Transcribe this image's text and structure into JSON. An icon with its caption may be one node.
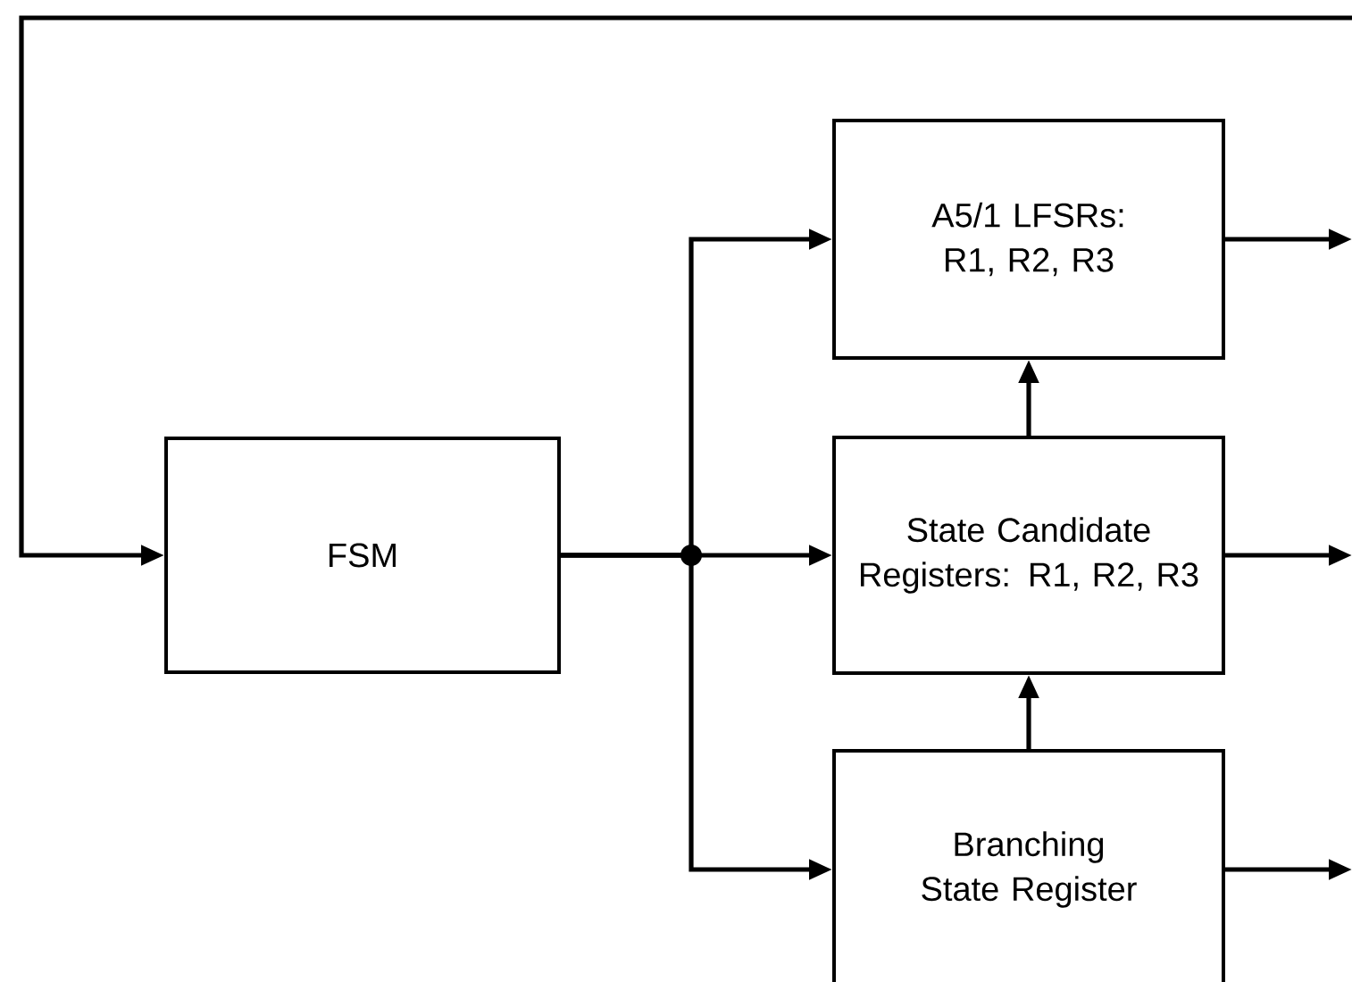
{
  "diagram": {
    "nodes": [
      {
        "text": [
          "FSM"
        ]
      },
      {
        "text": [
          "A5/1 LFSRs: R1, R2, R3"
        ]
      },
      {
        "text": [
          "State Candidate Registers: R1, R2, R3"
        ]
      },
      {
        "text": [
          "Branching State Register"
        ]
      }
    ],
    "edges": [
      {
        "from": 0,
        "to": 1,
        "arrow": "to"
      },
      {
        "from": 0,
        "to": 2,
        "arrow": "to"
      },
      {
        "from": 0,
        "to": 3,
        "arrow": "to"
      },
      {
        "from": 3,
        "to": 2,
        "arrow": "to"
      },
      {
        "from": 2,
        "to": 1,
        "arrow": "to"
      },
      {
        "from": 1,
        "to": null,
        "arrow": "to"
      },
      {
        "from": 2,
        "to": null,
        "arrow": "to"
      },
      {
        "from": 3,
        "to": null,
        "arrow": "to"
      },
      {
        "from": null,
        "to": 0,
        "arrow": "to"
      }
    ]
  }
}
